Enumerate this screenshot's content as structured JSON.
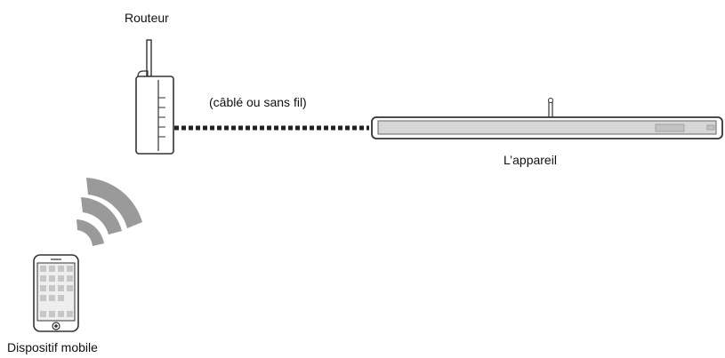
{
  "diagram": {
    "router_label": "Routeur",
    "connection_label": "(câblé ou sans fil)",
    "device_label": "L’appareil",
    "mobile_label": "Dispositif mobile"
  },
  "colors": {
    "stroke": "#333333",
    "bar_fill": "#d6d6d6",
    "wave": "#9a9a9a",
    "screen": "#c7c7c7"
  },
  "icons": [
    "router-icon",
    "soundbar-icon",
    "wireless-waves-icon",
    "smartphone-icon"
  ]
}
